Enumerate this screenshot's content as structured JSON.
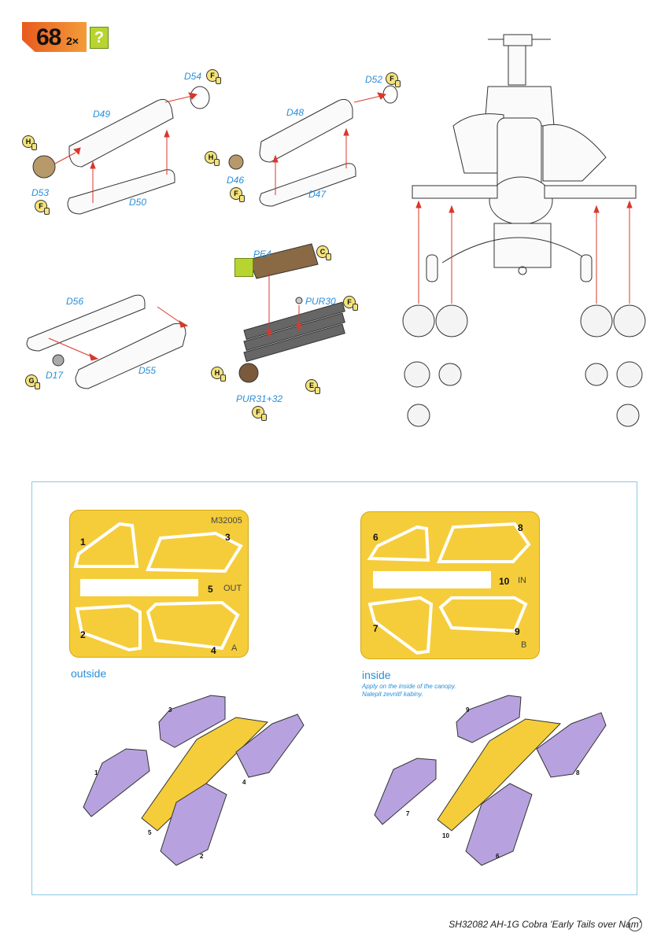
{
  "step": {
    "number": "68",
    "multiplier": "2×",
    "help_glyph": "?"
  },
  "parts": {
    "d54": "D54",
    "d49": "D49",
    "d53": "D53",
    "d50": "D50",
    "d52": "D52",
    "d48": "D48",
    "d46": "D46",
    "d47": "D47",
    "pe4": "PE4",
    "pur30": "PUR30",
    "pur3132": "PUR31+32",
    "d56": "D56",
    "d17": "D17",
    "d55": "D55"
  },
  "badges": {
    "h": "H",
    "f": "F",
    "c": "C",
    "e": "E",
    "g": "G"
  },
  "mask_sheet_a": {
    "code": "M32005",
    "side_label": "OUT",
    "letter": "A",
    "numbers": [
      "1",
      "2",
      "3",
      "4",
      "5"
    ]
  },
  "mask_sheet_b": {
    "side_label": "IN",
    "letter": "B",
    "numbers": [
      "6",
      "7",
      "8",
      "9",
      "10"
    ]
  },
  "outside": {
    "title": "outside",
    "numbers": [
      "1",
      "2",
      "3",
      "4",
      "5"
    ]
  },
  "inside": {
    "title": "inside",
    "note_en": "Apply on the inside of the canopy.",
    "note_cz": "Nalepit zevnitř kabiny.",
    "numbers": [
      "6",
      "7",
      "8",
      "9",
      "10"
    ]
  },
  "footer": {
    "text": "SH32082  AH-1G Cobra 'Early Tails over Nam'"
  },
  "colors": {
    "accent": "#2a8fd8",
    "mask": "#f5cd3a",
    "canopy": "#b7a2df",
    "arrow": "#d9382b",
    "step": "#e85a1e"
  }
}
